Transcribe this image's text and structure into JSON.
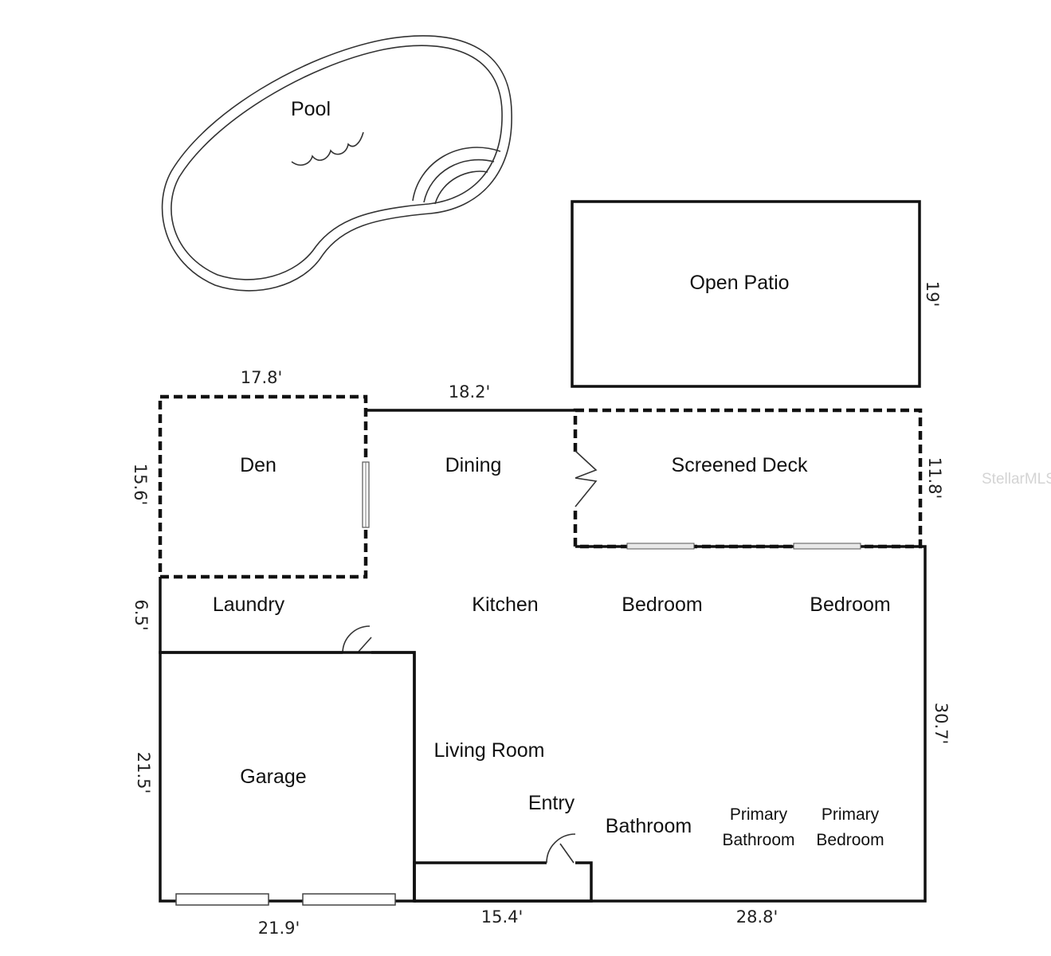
{
  "rooms": {
    "pool": "Pool",
    "open_patio": "Open Patio",
    "den": "Den",
    "dining": "Dining",
    "screened_deck": "Screened Deck",
    "laundry": "Laundry",
    "kitchen": "Kitchen",
    "bedroom_1": "Bedroom",
    "bedroom_2": "Bedroom",
    "garage": "Garage",
    "living_room": "Living Room",
    "entry": "Entry",
    "bathroom": "Bathroom",
    "primary_bathroom_line1": "Primary",
    "primary_bathroom_line2": "Bathroom",
    "primary_bedroom_line1": "Primary",
    "primary_bedroom_line2": "Bedroom"
  },
  "dimensions": {
    "patio_height": "19'",
    "den_width": "17.8'",
    "dining_width": "18.2'",
    "den_height": "15.6'",
    "deck_height": "11.8'",
    "laundry_height": "6.5'",
    "main_height": "30.7'",
    "garage_height": "21.5'",
    "garage_width": "21.9'",
    "entry_width": "15.4'",
    "main_width": "28.8'"
  },
  "watermark": "StellarMLS"
}
